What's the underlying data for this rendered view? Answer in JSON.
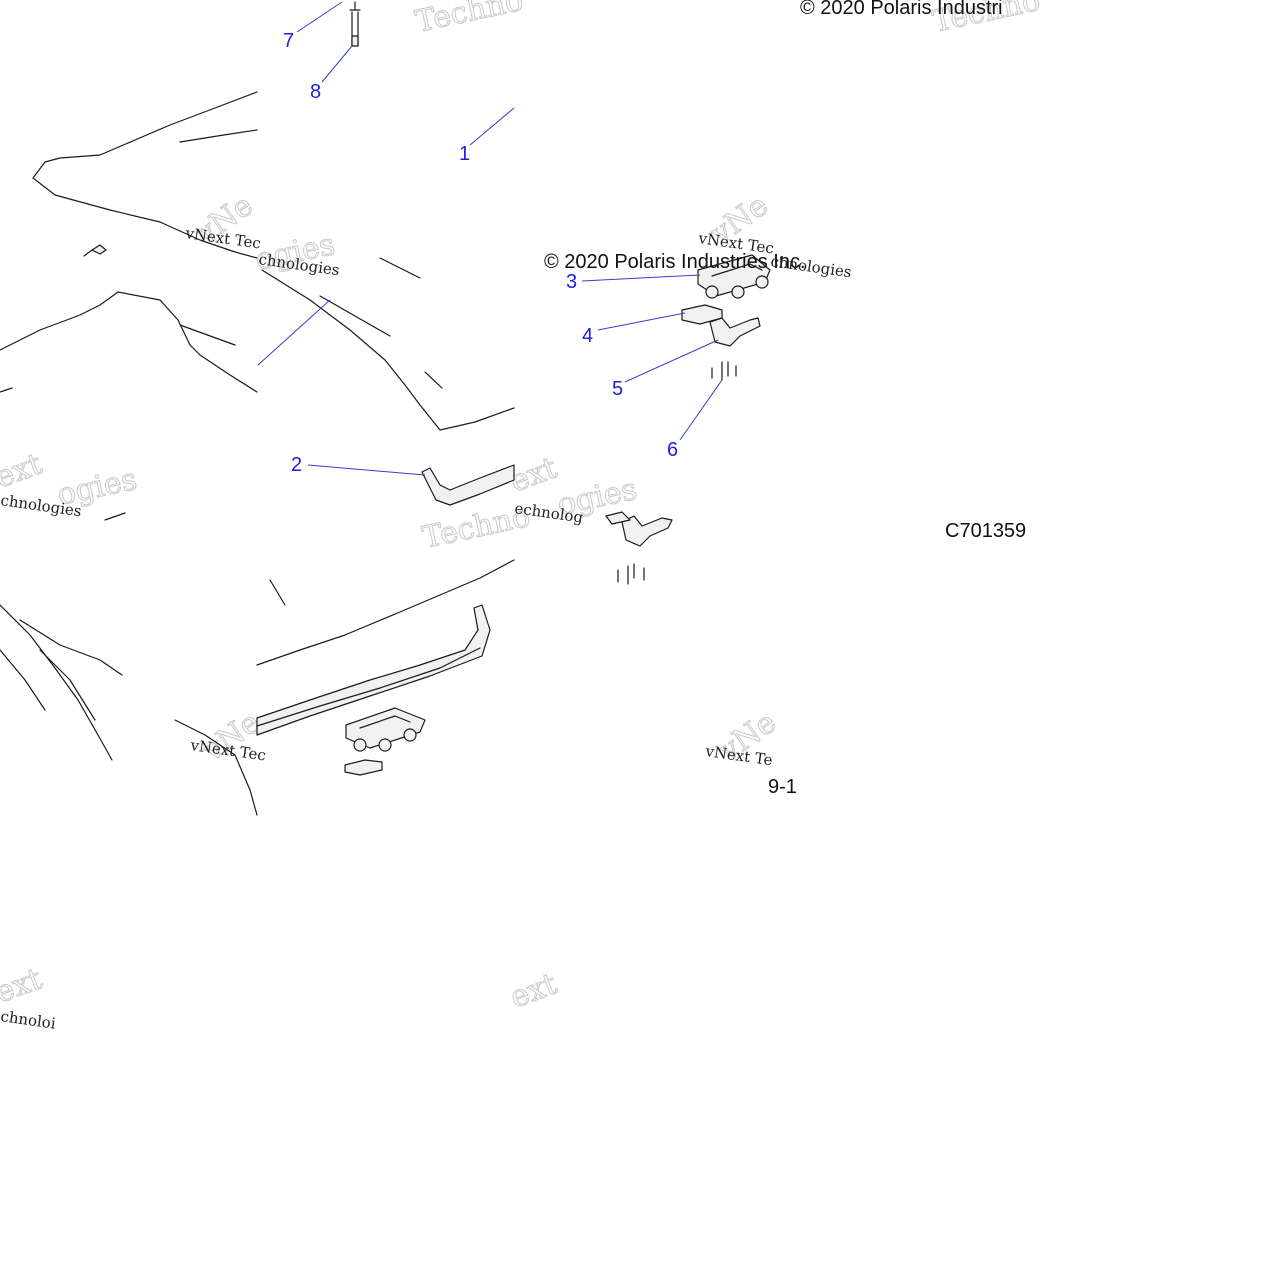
{
  "diagram": {
    "copyright_lines": [
      "© 2020 Polaris Industri",
      "© 2020 Polaris Industries Inc."
    ],
    "drawing_code": "C701359",
    "page_ref": "9-1",
    "callouts": [
      "1",
      "2",
      "3",
      "4",
      "5",
      "6",
      "7",
      "8"
    ],
    "watermarks": {
      "small": [
        "vNext Tec",
        "vNext Tec",
        "vNext Tec",
        "vNext Te",
        "chnologies",
        "chnologies",
        "chnologies",
        "echnolog",
        "chnoloi"
      ],
      "large": [
        "Techno",
        "Techno",
        "Techno",
        "vNe",
        "vNe",
        "vNe",
        "vNe",
        "ext",
        "ext",
        "ext",
        "ext",
        "ogies",
        "ogies",
        "ogies"
      ]
    }
  }
}
